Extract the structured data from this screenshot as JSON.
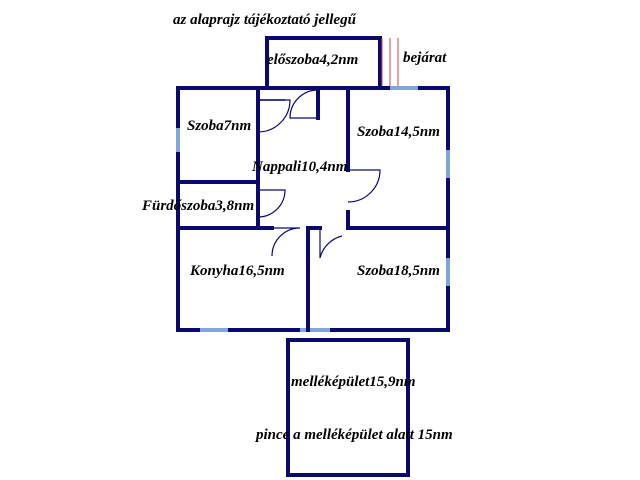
{
  "title": "az alaprajz tájékoztató jellegű",
  "entrance_label": "bejárat",
  "rooms": {
    "eloszoba": "előszoba4,2nm",
    "szoba7": "Szoba7nm",
    "szoba145": "Szoba14,5nm",
    "nappali": "Nappali10,4nm",
    "furdoszoba": "Fürdőszoba3,8nm",
    "konyha": "Konyha16,5nm",
    "szoba185": "Szoba18,5nm",
    "mellekepulet": "melléképület15,9nm",
    "pince": "pince a melléképület alatt 15nm"
  },
  "colors": {
    "wall": "#0a0a6e",
    "window": "#7fa6d8",
    "entrance_marks": "#d04040"
  }
}
